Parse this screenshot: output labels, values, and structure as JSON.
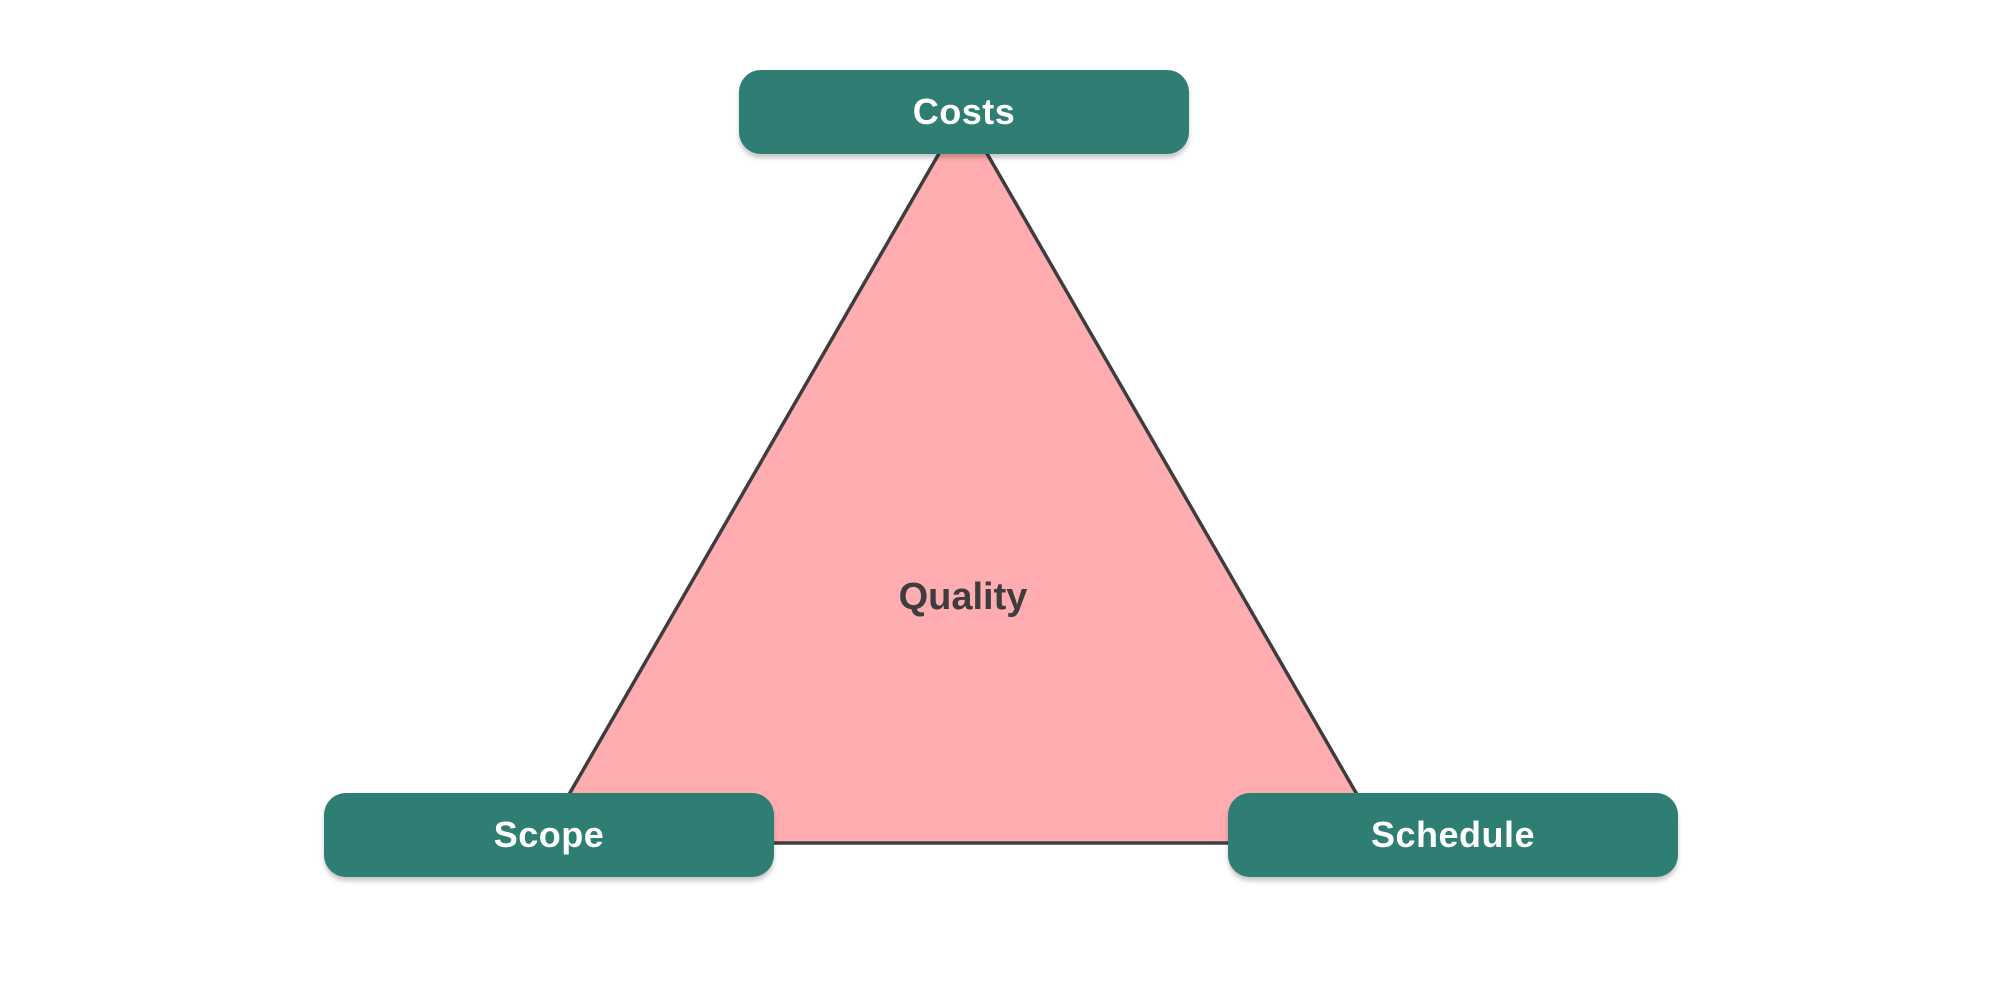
{
  "diagram": {
    "type": "project-management-triangle",
    "center": {
      "label": "Quality",
      "color": "#3d3d3d"
    },
    "nodes": {
      "top": {
        "label": "Costs"
      },
      "bottom_left": {
        "label": "Scope"
      },
      "bottom_right": {
        "label": "Schedule"
      }
    },
    "colors": {
      "node_fill": "#2e7e74",
      "node_text": "#ffffff",
      "triangle_fill": "#ffadb0",
      "triangle_stroke": "#3d3d3d"
    }
  }
}
